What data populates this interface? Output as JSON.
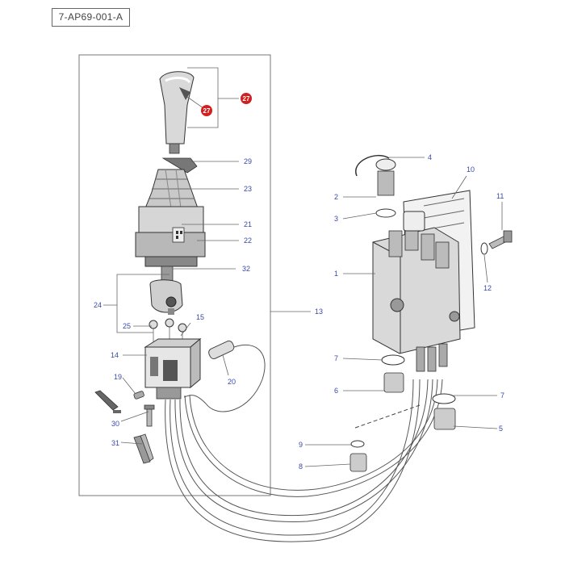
{
  "diagram": {
    "part_code": "7-AP69-001-A",
    "callouts": {
      "c1": "1",
      "c2": "2",
      "c3": "3",
      "c4": "4",
      "c5": "5",
      "c6": "6",
      "c7a": "7",
      "c7b": "7",
      "c8": "8",
      "c9": "9",
      "c10": "10",
      "c11": "11",
      "c12": "12",
      "c13": "13",
      "c14": "14",
      "c15": "15",
      "c19": "19",
      "c20": "20",
      "c21": "21",
      "c22": "22",
      "c23": "23",
      "c24": "24",
      "c25": "25",
      "c29": "29",
      "c30": "30",
      "c31": "31",
      "c32": "32"
    },
    "highlight_callouts": {
      "a": "27",
      "b": "27"
    },
    "colors": {
      "highlight": "#d21f1f",
      "callout_text": "#3a49a8",
      "line": "#666666"
    }
  }
}
